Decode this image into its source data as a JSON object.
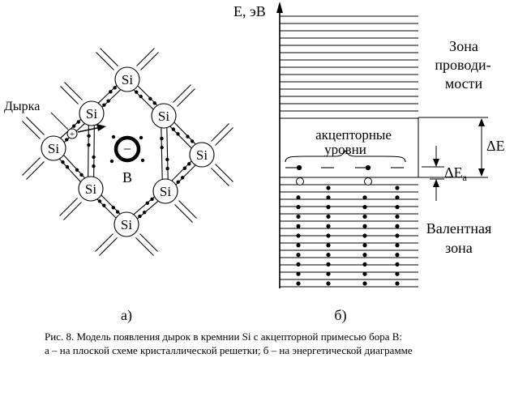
{
  "lattice": {
    "atom_label": "Si",
    "hole_label": "Дырка",
    "hole_sign": "+",
    "impurity_sign": "−",
    "impurity_label": "B"
  },
  "energy": {
    "axis_label": "E, эВ",
    "conduction_band": [
      "Зона",
      "проводи-",
      "мости"
    ],
    "acceptor_levels": [
      "акцепторные",
      "уровни"
    ],
    "valence_band": [
      "Валентная",
      "зона"
    ],
    "delta_e": "ΔE",
    "delta_ea": "ΔE",
    "delta_ea_sub": "a"
  },
  "panel_labels": {
    "a": "а)",
    "b": "б)"
  },
  "caption": {
    "line1": "Рис. 8. Модель появления дырок в кремнии Si с акцепторной примесью бора B:",
    "line2": "а – на плоской схеме кристаллической решетки; б – на энергетической диаграмме"
  }
}
